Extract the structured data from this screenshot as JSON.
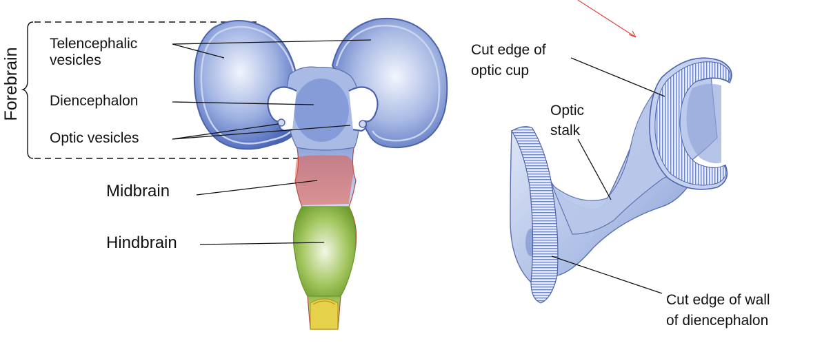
{
  "labels": {
    "forebrain": "Forebrain",
    "telencephalic": [
      "Telencephalic",
      "vesicles"
    ],
    "diencephalon": "Diencephalon",
    "optic_vesicles": "Optic vesicles",
    "midbrain": "Midbrain",
    "hindbrain": "Hindbrain",
    "cut_edge_optic_cup": [
      "Cut edge of",
      "optic cup"
    ],
    "optic_stalk": [
      "Optic",
      "stalk"
    ],
    "cut_edge_wall": [
      "Cut edge of wall",
      "of diencephalon"
    ]
  },
  "colors": {
    "forebrain": "#3f5fb8",
    "midbrain": "#e2483a",
    "hindbrain": "#7fae3a",
    "spinal": "#e4cf3c",
    "outline": "#5a6fae",
    "leader": "#111111",
    "arrow": "#e03a2e"
  }
}
